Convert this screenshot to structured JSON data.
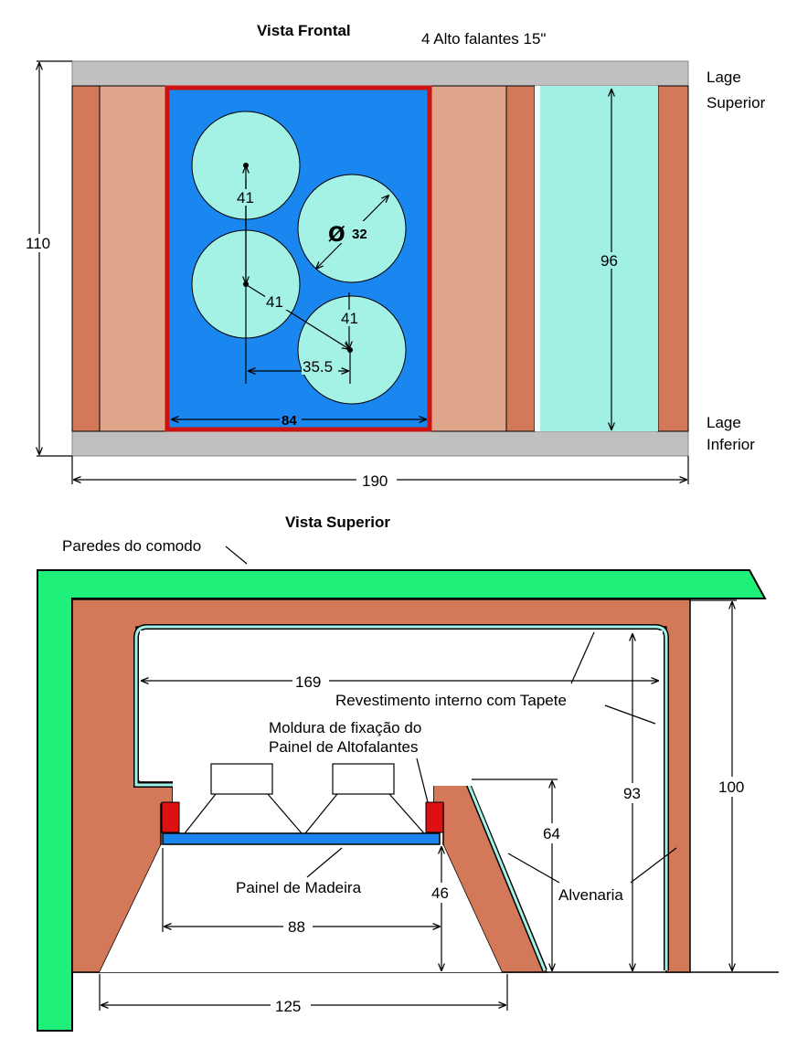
{
  "front_view": {
    "title": "Vista Frontal",
    "subtitle": "4 Alto falantes  15\"",
    "label_top_line1": "Lage",
    "label_top_line2": "Superior",
    "label_bottom_line1": "Lage",
    "label_bottom_line2": "Inferior",
    "dim_height": "110",
    "dim_width": "190",
    "dim_panel_width": "84",
    "dim_port_height": "96",
    "dim_diameter": "32",
    "diameter_symbol": "Ø",
    "dim_spacing_1": "41",
    "dim_spacing_2": "41",
    "dim_spacing_3": "41",
    "dim_horizontal_offset": "35.5"
  },
  "top_view": {
    "title": "Vista Superior",
    "label_walls": "Paredes do comodo",
    "label_lining": "Revestimento interno com Tapete",
    "label_frame_line1": "Moldura de fixação do",
    "label_frame_line2": "Painel de Altofalantes",
    "label_panel": "Painel de Madeira",
    "label_masonry": "Alvenaria",
    "dim_inner_width": "169",
    "dim_inner_depth": "93",
    "dim_outer_depth": "100",
    "dim_port_depth": "64",
    "dim_panel_depth": "46",
    "dim_panel_width": "88",
    "dim_opening_width": "125"
  },
  "colors": {
    "slab": "#c0c0c0",
    "brick": "#d4785a",
    "brick_light": "#e0a68c",
    "panel_blue": "#1a86f0",
    "panel_frame_red": "#cc1111",
    "speaker_cyan": "#a4f2e6",
    "port_cyan": "#a0f0e4",
    "room_wall_green": "#1ef07a",
    "frame_block_red": "#dd1111"
  }
}
